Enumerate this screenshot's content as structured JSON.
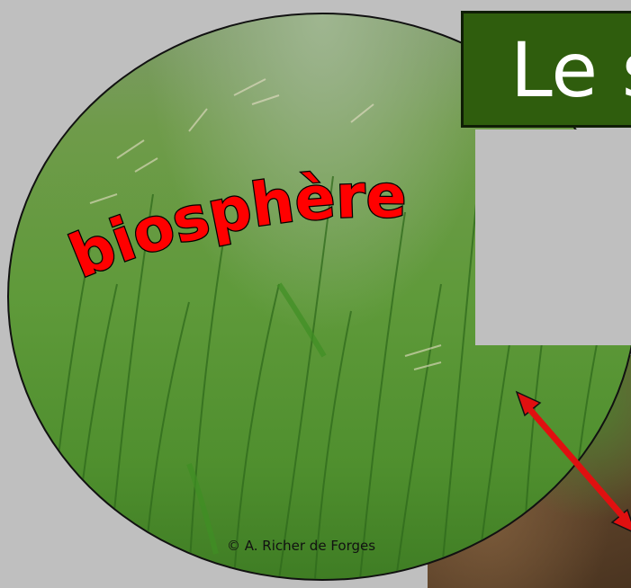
{
  "title": {
    "text": "Le s"
  },
  "grass_label": {
    "text": "biosphère"
  },
  "credit": {
    "text": "© A. Richer de Forges"
  },
  "colors": {
    "title_box": "#2f5d0d",
    "label_fill": "#ff0000",
    "arrow": "#e01010",
    "background": "#bfbfbf"
  }
}
